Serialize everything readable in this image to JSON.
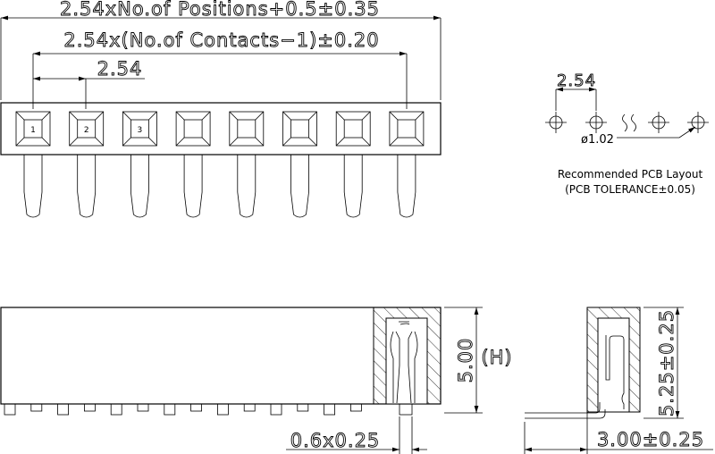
{
  "top_view": {
    "overall_length_dim": "2.54xNo.of Positions+0.5±0.35",
    "contact_span_dim": "2.54x(No.of Contacts−1)±0.20",
    "pitch_dim": "2.54",
    "position_count": 8,
    "position_numbers": [
      "1",
      "2",
      "3"
    ]
  },
  "pcb_layout": {
    "pitch_dim": "2.54",
    "hole_dim": "ø1.02",
    "title": "Recommended PCB Layout",
    "tolerance": "(PCB TOLERANCE±0.05)"
  },
  "front_view": {
    "height_dim": "5.00",
    "height_label": "(H)",
    "pin_dim": "0.6x0.25"
  },
  "side_view": {
    "height_dim": "5.25±0.25",
    "offset_dim": "3.00±0.25"
  }
}
